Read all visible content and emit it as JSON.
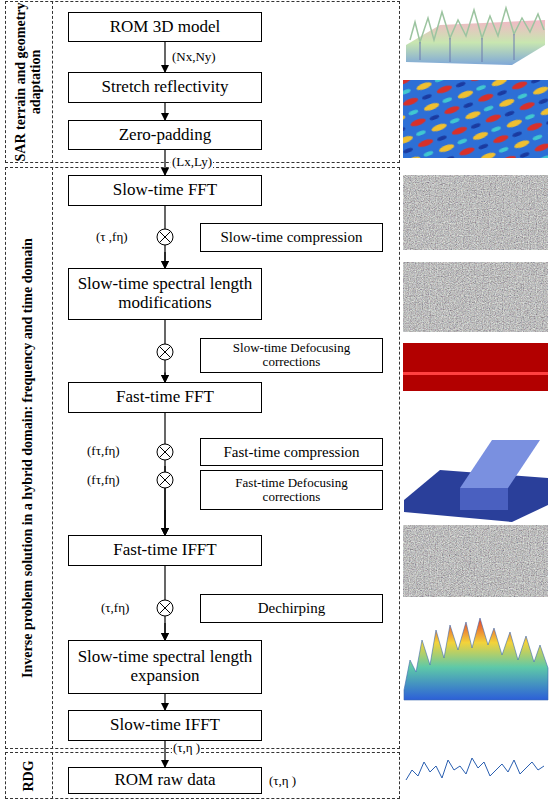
{
  "diagram": {
    "nodes": [
      {
        "text": [
          "SAR terrain and geometry adaptation"
        ]
      },
      {
        "text": [
          "ROM 3D model"
        ],
        "in": 0
      },
      {
        "text": [
          "Stretch reflectivity"
        ],
        "in": 0
      },
      {
        "text": [
          "Zero-padding"
        ],
        "in": 0
      },
      {
        "text": [
          "Inverse problem solution in a hybrid domain: frequency and time domain"
        ]
      },
      {
        "text": [
          "Slow-time FFT"
        ],
        "in": 4
      },
      {
        "text": [
          "Slow-time compression"
        ],
        "in": 4
      },
      {
        "text": [
          "Slow-time spectral length modifications"
        ],
        "in": 4
      },
      {
        "text": [
          "Slow-time Defocusing corrections"
        ],
        "in": 4
      },
      {
        "text": [
          "Fast-time FFT"
        ],
        "in": 4
      },
      {
        "text": [
          "Fast-time compression"
        ],
        "in": 4
      },
      {
        "text": [
          "Fast-time Defocusing corrections"
        ],
        "in": 4
      },
      {
        "text": [
          "Fast-time IFFT"
        ],
        "in": 4
      },
      {
        "text": [
          "Dechirping"
        ],
        "in": 4
      },
      {
        "text": [
          "Slow-time spectral length expansion"
        ],
        "in": 4
      },
      {
        "text": [
          "Slow-time IFFT"
        ],
        "in": 4
      },
      {
        "text": [
          "RDG"
        ]
      },
      {
        "text": [
          "ROM raw data"
        ],
        "in": 16
      }
    ],
    "edges": [
      {
        "from": 1,
        "to": 2,
        "label": "(Nx,Ny)",
        "arrow": "to"
      },
      {
        "from": 2,
        "to": 3,
        "arrow": "to"
      },
      {
        "from": 3,
        "to": 5,
        "label": "(Lx,Ly)",
        "arrow": "to"
      },
      {
        "from": 5,
        "to": 7,
        "arrow": "to"
      },
      {
        "from": 6,
        "to": 7,
        "arrow": "to"
      },
      {
        "from": 7,
        "to": 9,
        "arrow": "to"
      },
      {
        "from": 8,
        "to": 9,
        "arrow": "to"
      },
      {
        "from": 9,
        "to": 12,
        "arrow": "to"
      },
      {
        "from": 10,
        "to": 12,
        "arrow": "to"
      },
      {
        "from": 11,
        "to": 12,
        "arrow": "to"
      },
      {
        "from": 12,
        "to": 14,
        "arrow": "to"
      },
      {
        "from": 13,
        "to": 14,
        "arrow": "to"
      },
      {
        "from": 14,
        "to": 15,
        "arrow": "to"
      },
      {
        "from": 15,
        "to": 17,
        "arrow": "to"
      }
    ],
    "labels": [
      "(τ ,fη)",
      "(fτ,fη)",
      "(fτ,fη)",
      "(τ,fη)",
      "(τ,η )",
      "(τ,η )"
    ]
  }
}
